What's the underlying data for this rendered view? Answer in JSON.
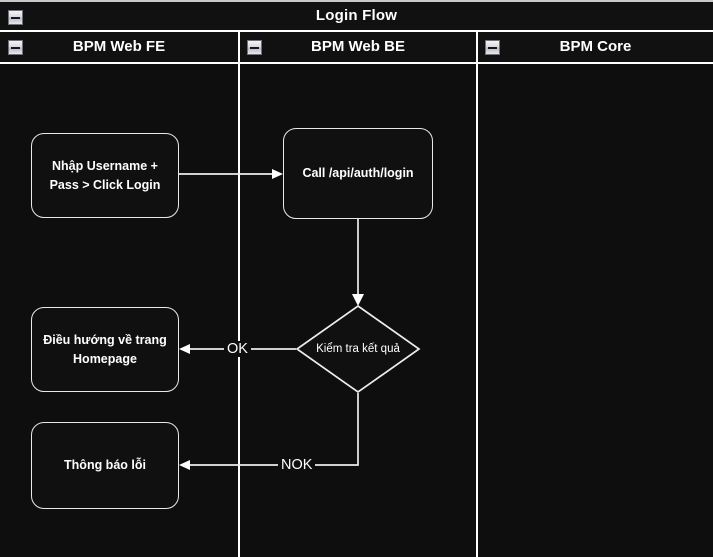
{
  "pool": {
    "title": "Login Flow",
    "collapse_icon": "minus-box-icon"
  },
  "lanes": [
    {
      "id": "fe",
      "label": "BPM Web FE",
      "collapse_icon": "minus-box-icon"
    },
    {
      "id": "be",
      "label": "BPM Web BE",
      "collapse_icon": "minus-box-icon"
    },
    {
      "id": "core",
      "label": "BPM Core",
      "collapse_icon": "minus-box-icon"
    }
  ],
  "nodes": [
    {
      "id": "n1",
      "type": "task",
      "lane": "fe",
      "label": "Nhập Username +\nPass > Click Login"
    },
    {
      "id": "n2",
      "type": "task",
      "lane": "be",
      "label": "Call /api/auth/login"
    },
    {
      "id": "n3",
      "type": "gateway",
      "lane": "be",
      "label": "Kiểm tra kết quả"
    },
    {
      "id": "n4",
      "type": "task",
      "lane": "fe",
      "label": "Điều hướng về trang\nHomepage"
    },
    {
      "id": "n5",
      "type": "task",
      "lane": "fe",
      "label": "Thông báo lỗi"
    }
  ],
  "edges": [
    {
      "id": "e1",
      "from": "n1",
      "to": "n2",
      "label": ""
    },
    {
      "id": "e2",
      "from": "n2",
      "to": "n3",
      "label": ""
    },
    {
      "id": "e3",
      "from": "n3",
      "to": "n4",
      "label": "OK"
    },
    {
      "id": "e4",
      "from": "n3",
      "to": "n5",
      "label": "NOK"
    }
  ],
  "colors": {
    "canvas": "#0e0e0e",
    "header": "#111111",
    "stroke": "#ffffff",
    "node_border": "#e9e9e9",
    "text": "#ffffff"
  }
}
